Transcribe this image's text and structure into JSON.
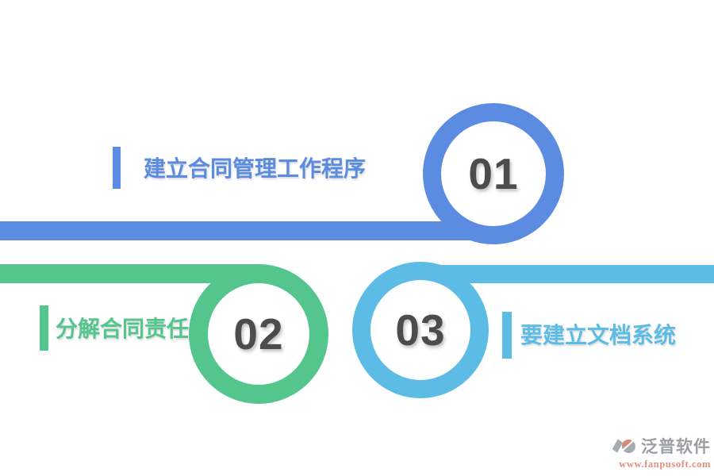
{
  "canvas": {
    "background": "#ffffff"
  },
  "number_color": "#4c4c4c",
  "steps": [
    {
      "number": "01",
      "label": "建立合同管理工作程序",
      "color": "#5b8ce2"
    },
    {
      "number": "02",
      "label": "分解合同责任",
      "color": "#54c58d"
    },
    {
      "number": "03",
      "label": "要建立文档系统",
      "color": "#5cbce5"
    }
  ],
  "watermark": {
    "brand": "泛普软件",
    "url": "www.fanpusoft.com",
    "brand_color": "#9b9ea3",
    "url_color": "#e18f7e",
    "icon_orange": "#d98a6c",
    "icon_gray": "#a6aab1"
  }
}
